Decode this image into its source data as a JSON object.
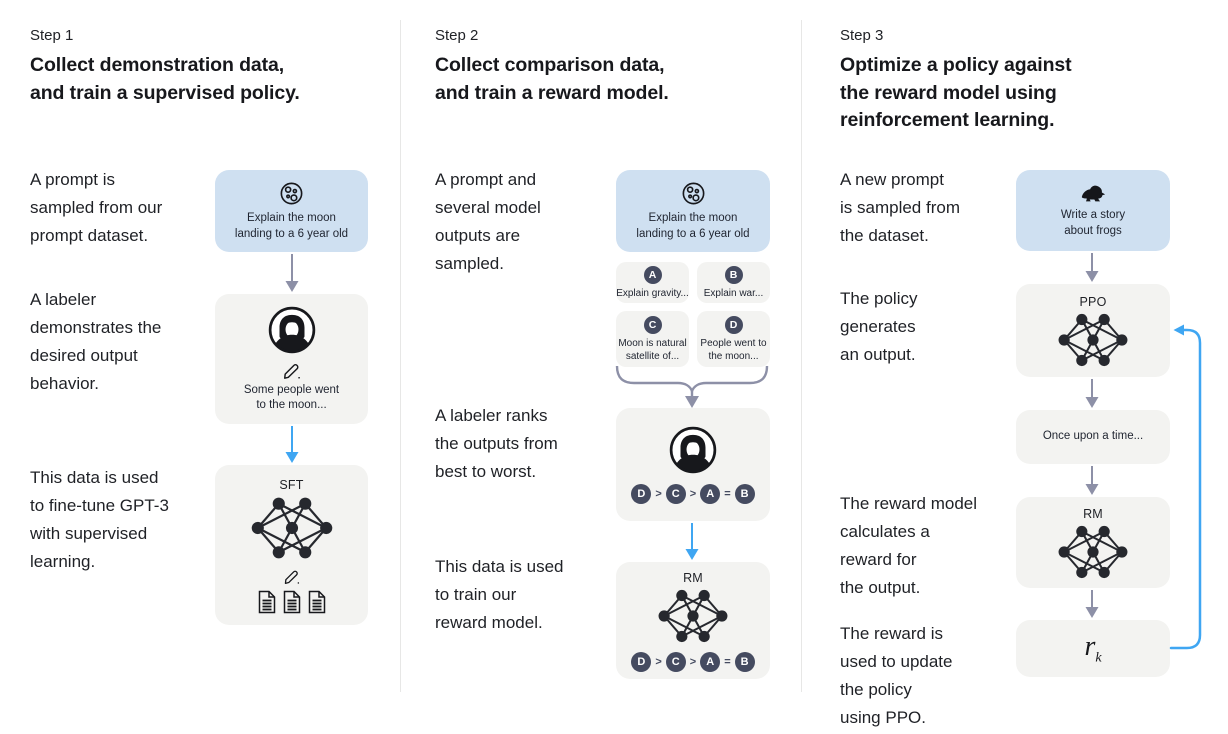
{
  "colors": {
    "prompt_box_bg": "#cfe0f1",
    "model_box_bg": "#f3f3f1",
    "badge_bg": "#454b60",
    "arrow_gray": "#8d90a7",
    "arrow_blue": "#3fa6f2",
    "divider": "#e7e7e6",
    "text": "#1f2126"
  },
  "icons": {
    "moon": "moon-icon",
    "labeler": "labeler-avatar-icon",
    "pencil": "pencil-icon",
    "documents": "document-icon",
    "network": "neural-network-icon",
    "frog": "frog-icon",
    "down_arrow": "down-arrow-icon",
    "brace": "gather-brace-arrow-icon",
    "loop": "feedback-loop-arrow-icon"
  },
  "step1": {
    "label": "Step 1",
    "title": "Collect demonstration data,\nand train a supervised policy.",
    "p1": "A prompt is\nsampled from our\nprompt dataset.",
    "p2": "A labeler\ndemonstrates the\ndesired output\nbehavior.",
    "p3": "This data is used\nto fine-tune GPT-3\nwith supervised\nlearning.",
    "prompt_text": "Explain the moon\nlanding to a 6 year old",
    "labeler_text": "Some people went\nto the moon...",
    "model_label": "SFT"
  },
  "step2": {
    "label": "Step 2",
    "title": "Collect comparison data,\nand train a reward model.",
    "p1": "A prompt and\nseveral model\noutputs are\nsampled.",
    "p2": "A labeler ranks\nthe outputs from\nbest to worst.",
    "p3": "This data is used\nto train our\nreward model.",
    "prompt_text": "Explain the moon\nlanding to a 6 year old",
    "outputs": [
      {
        "id": "A",
        "text": "Explain gravity..."
      },
      {
        "id": "B",
        "text": "Explain war..."
      },
      {
        "id": "C",
        "text": "Moon is natural\nsatellite of..."
      },
      {
        "id": "D",
        "text": "People went to\nthe moon..."
      }
    ],
    "ranking": [
      "D",
      ">",
      "C",
      ">",
      "A",
      "=",
      "B"
    ],
    "model_label": "RM"
  },
  "step3": {
    "label": "Step 3",
    "title": "Optimize a policy against\nthe reward model using\nreinforcement learning.",
    "p1": "A new prompt\nis sampled from\nthe dataset.",
    "p2": "The policy\ngenerates\nan output.",
    "p3": "The reward model\ncalculates a\nreward for\nthe output.",
    "p4": "The reward is\nused to update\nthe policy\nusing PPO.",
    "prompt_text": "Write a story\nabout frogs",
    "ppo_label": "PPO",
    "output_text": "Once upon a time...",
    "rm_label": "RM",
    "reward_label": "r",
    "reward_sub": "k"
  }
}
